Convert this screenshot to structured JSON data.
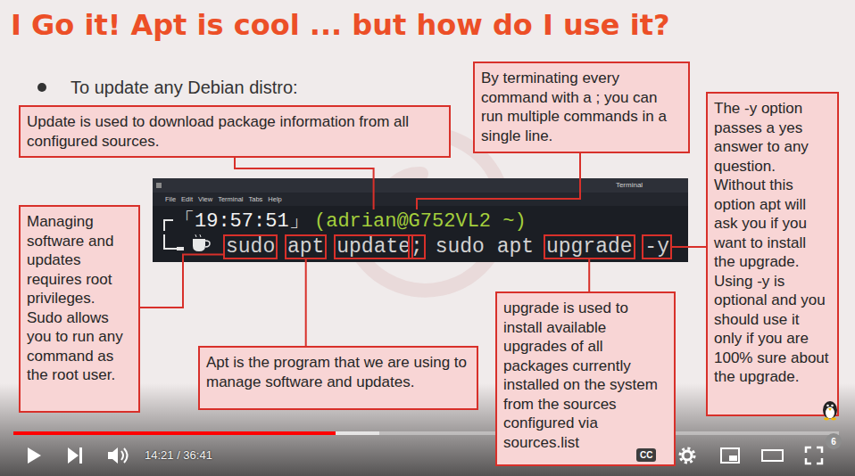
{
  "diagram": {
    "title": "I Go it! Apt is cool ... but how do I use it?",
    "nodes": [
      {
        "text": [
          "Update is used to download package information from all configured sources."
        ]
      },
      {
        "text": [
          "By terminating every command with a ; you can run multiple commands in a single line."
        ]
      },
      {
        "text": [
          "The -y option passes a yes answer to any question. Without this option apt will ask you if you want to install the upgrade. Using -y is optional and you should use it only if you are 100% sure about the upgrade."
        ]
      },
      {
        "text": [
          "Terminal"
        ]
      },
      {
        "text": [
          "sudo"
        ],
        "in": 3
      },
      {
        "text": [
          "apt"
        ],
        "in": 3
      },
      {
        "text": [
          "update"
        ],
        "in": 3
      },
      {
        "text": [
          ";"
        ],
        "in": 3
      },
      {
        "text": [
          "upgrade"
        ],
        "in": 3
      },
      {
        "text": [
          "-y"
        ],
        "in": 3
      },
      {
        "text": [
          "Managing software and updates requires root privileges. Sudo allows you to run any command as the root user."
        ]
      },
      {
        "text": [
          "Apt is the program that we are using to manage software and updates."
        ]
      },
      {
        "text": [
          "upgrade is used to install available upgrades of all packages currently installed on the system from the sources configured via sources.list"
        ]
      }
    ],
    "edges": [
      {
        "from": 0,
        "to": 6,
        "arrow": "none"
      },
      {
        "from": 1,
        "to": 7,
        "arrow": "none"
      },
      {
        "from": 2,
        "to": 9,
        "arrow": "none"
      },
      {
        "from": 10,
        "to": 4,
        "arrow": "none"
      },
      {
        "from": 11,
        "to": 5,
        "arrow": "none"
      },
      {
        "from": 12,
        "to": 8,
        "arrow": "none"
      }
    ],
    "labels": [
      "To update any Debian distro:",
      "File",
      "Edit",
      "View",
      "Terminal",
      "Tabs",
      "Help",
      "「19:57:51」",
      "(adrian@G752VL2 ~)",
      "sudo apt",
      "14:21 / 36:41",
      "CC",
      "6"
    ]
  }
}
